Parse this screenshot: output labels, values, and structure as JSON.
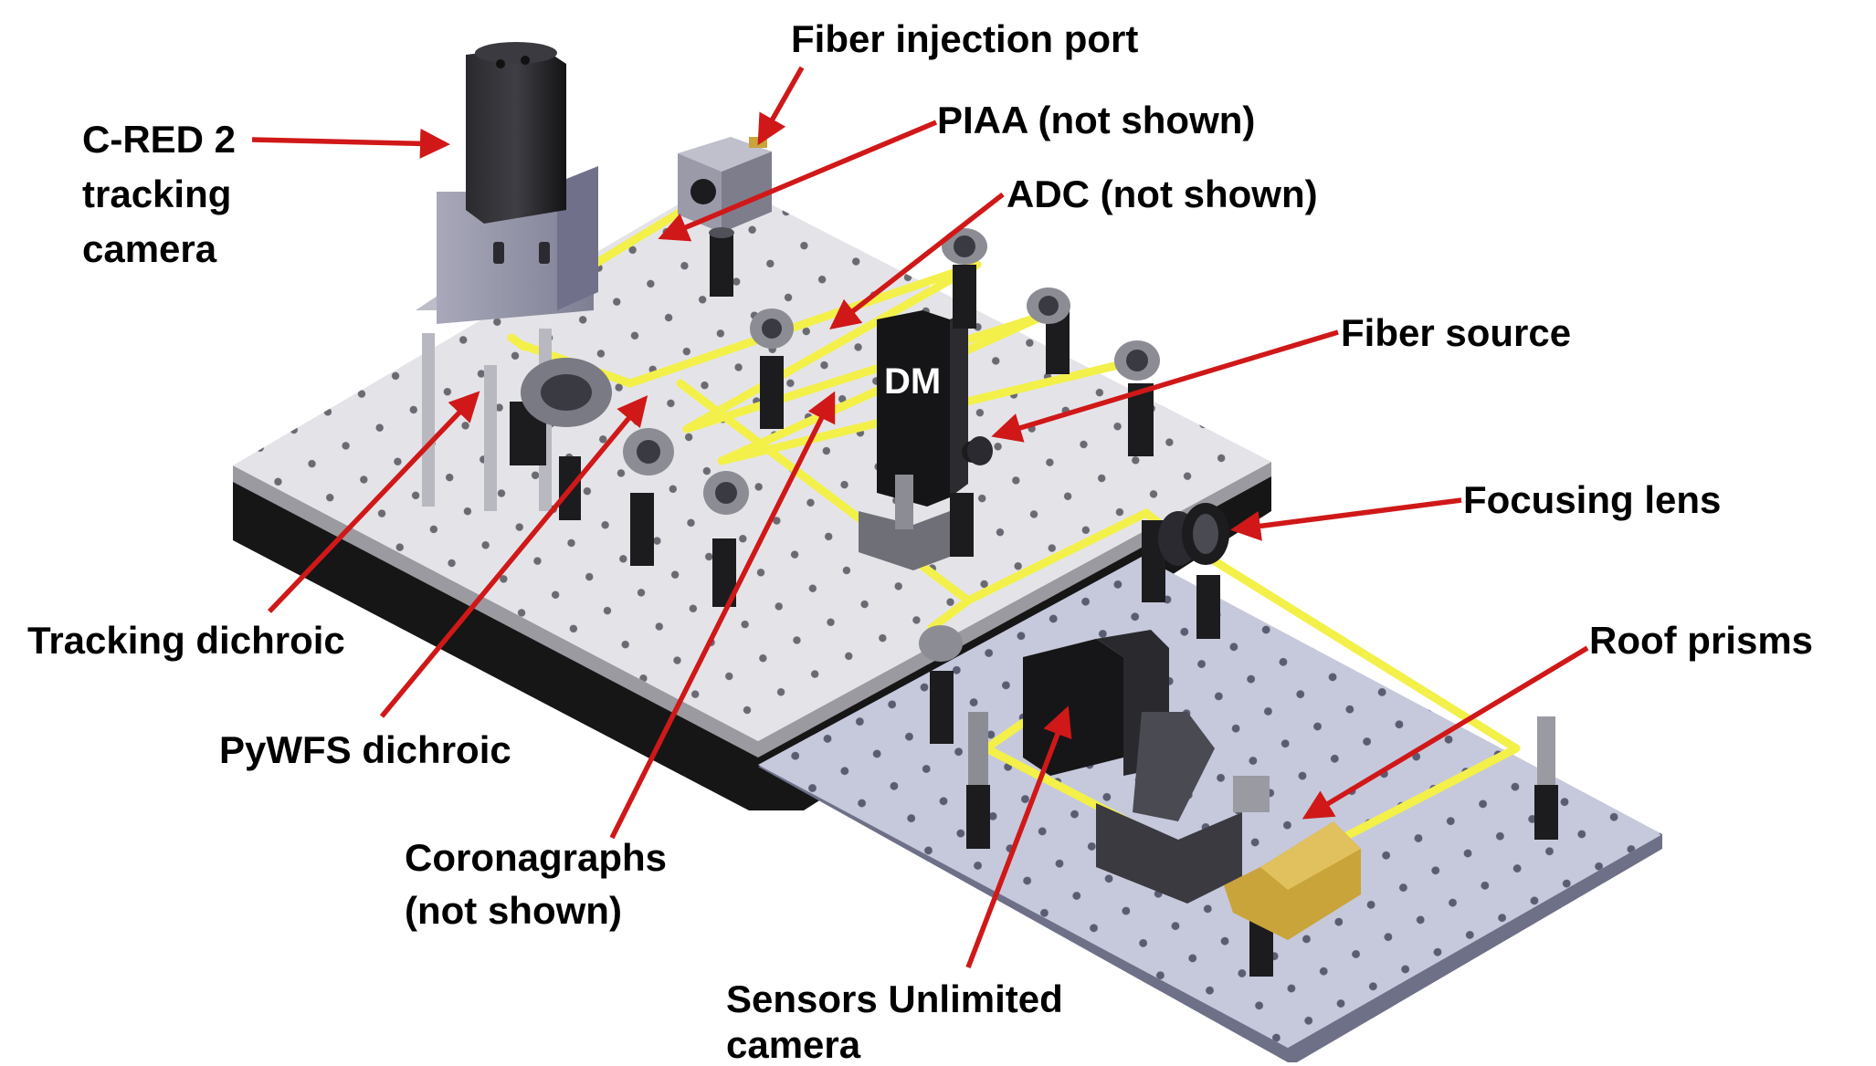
{
  "labels": {
    "fiber_injection_port": "Fiber injection port",
    "piaa": "PIAA (not shown)",
    "adc": "ADC (not shown)",
    "c_red_2_line1": "C-RED 2",
    "c_red_2_line2": "tracking",
    "c_red_2_line3": "camera",
    "fiber_source": "Fiber source",
    "focusing_lens": "Focusing lens",
    "roof_prisms": "Roof prisms",
    "tracking_dichroic": "Tracking dichroic",
    "pywfs_dichroic": "PyWFS dichroic",
    "coronagraphs_line1": "Coronagraphs",
    "coronagraphs_line2": "(not shown)",
    "sensors_unlimited_line1": "Sensors Unlimited",
    "sensors_unlimited_line2": "camera",
    "dm": "DM"
  },
  "colors": {
    "arrow": "#d01818",
    "beam": "#f3f04a",
    "table_top": "#e4e4e8",
    "table_top_blue": "#c6c9dc",
    "table_side": "#161616",
    "hole": "#6a6a72",
    "mount_dark": "#1c1c1e",
    "mount_metal": "#8c8c94",
    "camera_body": "#8f8fa3",
    "gold": "#c9a43a"
  }
}
